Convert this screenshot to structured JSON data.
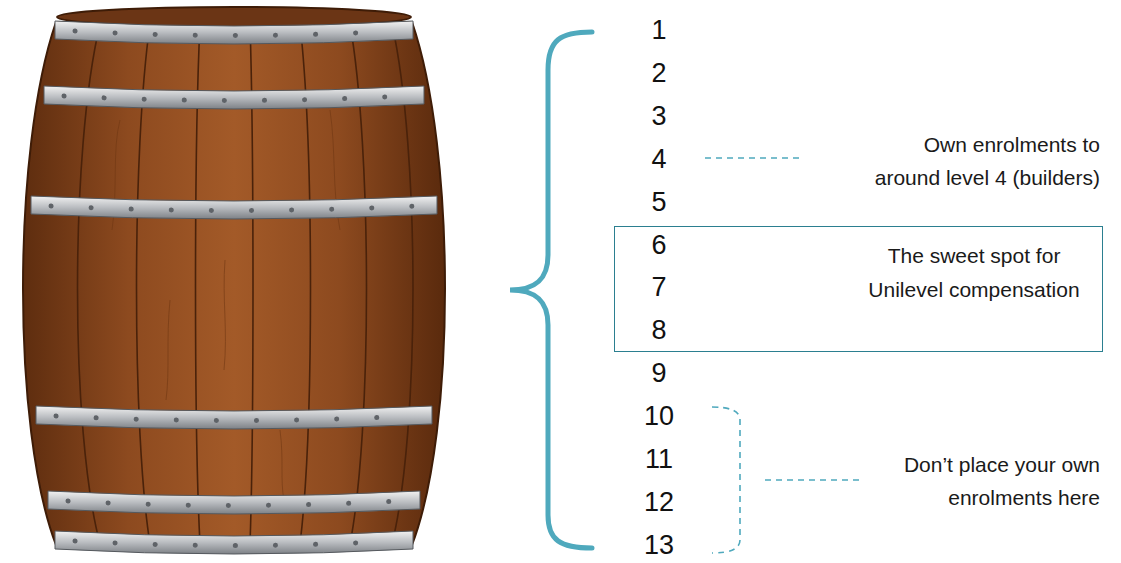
{
  "diagram": {
    "nodes": [
      {
        "text": [
          "The sweet spot for Unilevel compensation"
        ]
      }
    ],
    "labels": [
      "1",
      "2",
      "3",
      "4",
      "5",
      "6",
      "7",
      "8",
      "9",
      "10",
      "11",
      "12",
      "13",
      "Own enrolments to around level 4 (builders)",
      "Don’t place your own enrolments here"
    ]
  }
}
